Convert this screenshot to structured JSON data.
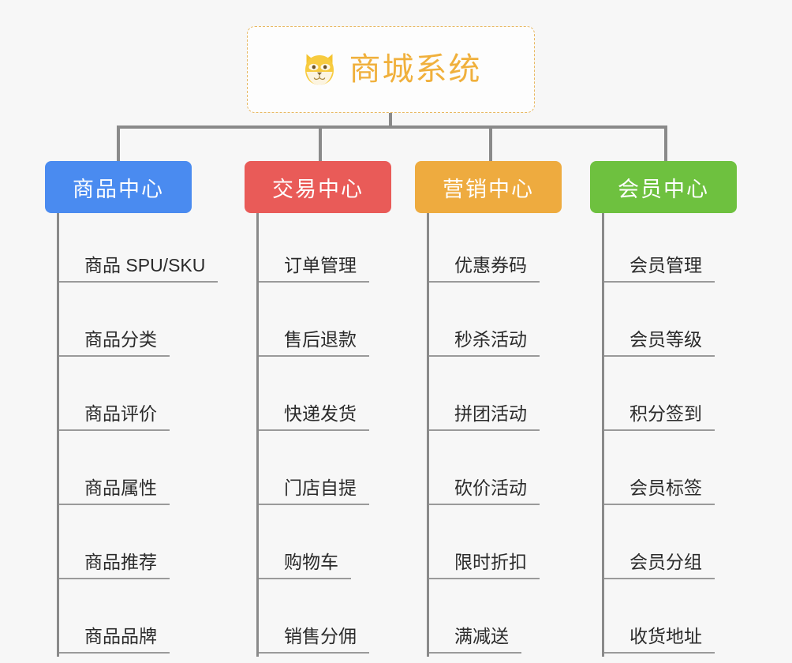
{
  "page": {
    "background_color": "#f7f7f7",
    "type": "mind-map"
  },
  "root": {
    "title": "商城系统",
    "icon": "dog-face-icon",
    "text_color": "#f0b03c",
    "border_color": "#e8b862"
  },
  "branches": [
    {
      "label": "商品中心",
      "color": "#4a8bf0",
      "items": [
        "商品 SPU/SKU",
        "商品分类",
        "商品评价",
        "商品属性",
        "商品推荐",
        "商品品牌"
      ]
    },
    {
      "label": "交易中心",
      "color": "#e95b58",
      "items": [
        "订单管理",
        "售后退款",
        "快递发货",
        "门店自提",
        "购物车",
        "销售分佣"
      ]
    },
    {
      "label": "营销中心",
      "color": "#eeab3f",
      "items": [
        "优惠券码",
        "秒杀活动",
        "拼团活动",
        "砍价活动",
        "限时折扣",
        "满减送"
      ]
    },
    {
      "label": "会员中心",
      "color": "#6ec13f",
      "items": [
        "会员管理",
        "会员等级",
        "积分签到",
        "会员标签",
        "会员分组",
        "收货地址"
      ]
    }
  ],
  "connector": {
    "color": "#8a8a8a"
  }
}
